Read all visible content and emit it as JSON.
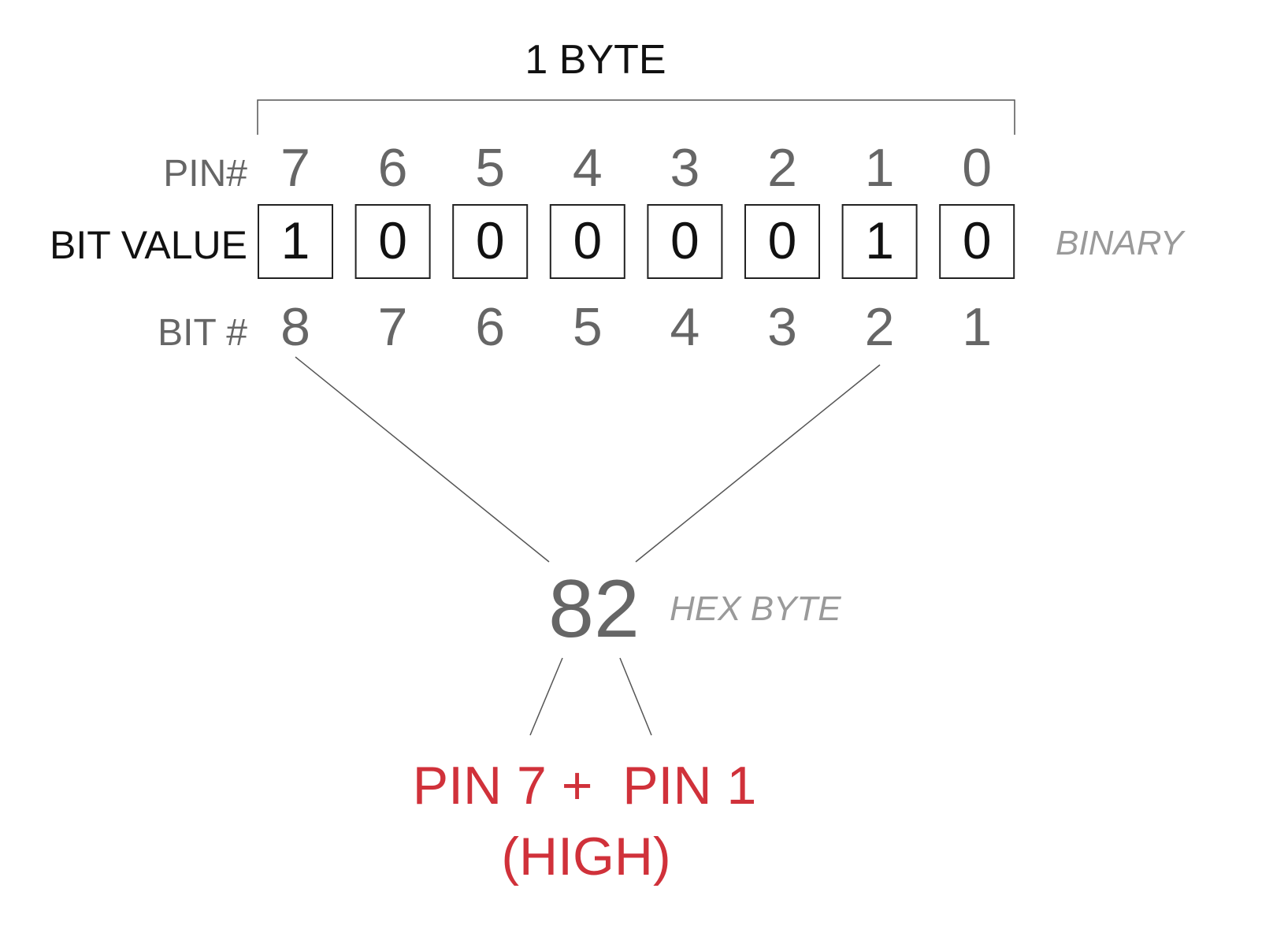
{
  "title": "1 BYTE",
  "labels": {
    "pin": "PIN#",
    "bit_value": "BIT VALUE",
    "bit_num": "BIT #",
    "binary": "BINARY",
    "hex_byte": "HEX BYTE"
  },
  "pins": [
    "7",
    "6",
    "5",
    "4",
    "3",
    "2",
    "1",
    "0"
  ],
  "bit_values": [
    "1",
    "0",
    "0",
    "0",
    "0",
    "0",
    "1",
    "0"
  ],
  "bit_numbers": [
    "8",
    "7",
    "6",
    "5",
    "4",
    "3",
    "2",
    "1"
  ],
  "hex_value": "82",
  "result": {
    "line1": "PIN 7 +  PIN 1",
    "line2": "(HIGH)"
  },
  "colors": {
    "highlight": "#d0313a"
  }
}
